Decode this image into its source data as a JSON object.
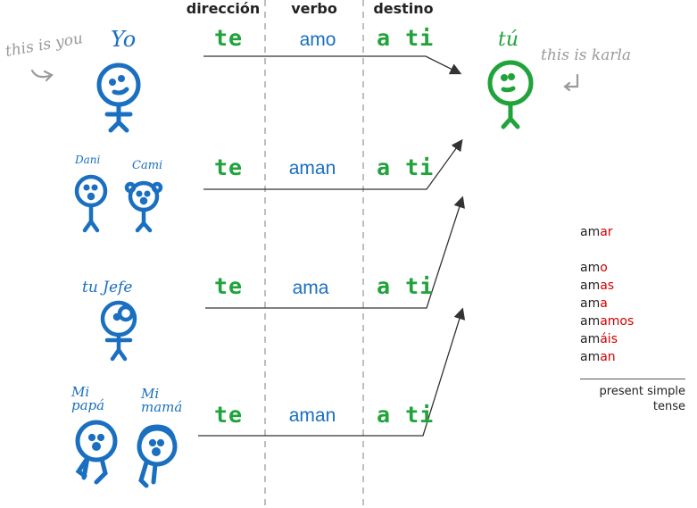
{
  "headers": {
    "direction": "dirección",
    "verb": "verbo",
    "destination": "destino"
  },
  "subject": {
    "label": "Yo",
    "note": "this is you",
    "pronoun": "te",
    "verb": "amo",
    "destination": "a ti"
  },
  "target": {
    "label": "tú",
    "note": "this is karla"
  },
  "rows": [
    {
      "labels": [
        "Dani",
        "Cami"
      ],
      "pronoun": "te",
      "verb": "aman",
      "destination": "a ti"
    },
    {
      "labels": [
        "tu Jefe"
      ],
      "pronoun": "te",
      "verb": "ama",
      "destination": "a ti"
    },
    {
      "labels": [
        "Mi papá",
        "Mi mamá"
      ],
      "pronoun": "te",
      "verb": "aman",
      "destination": "a ti"
    }
  ],
  "conjugation": {
    "infinitive": {
      "stem": "am",
      "ending": "ar"
    },
    "forms": [
      {
        "stem": "am",
        "ending": "o"
      },
      {
        "stem": "am",
        "ending": "as"
      },
      {
        "stem": "am",
        "ending": "a"
      },
      {
        "stem": "am",
        "ending": "amos"
      },
      {
        "stem": "am",
        "ending": "áis"
      },
      {
        "stem": "am",
        "ending": "an"
      }
    ],
    "caption_line1": "present simple",
    "caption_line2": "tense"
  },
  "colors": {
    "blue": "#1a6fc0",
    "green": "#1fa33a",
    "red": "#d10000",
    "gray": "#9a9a9a"
  }
}
